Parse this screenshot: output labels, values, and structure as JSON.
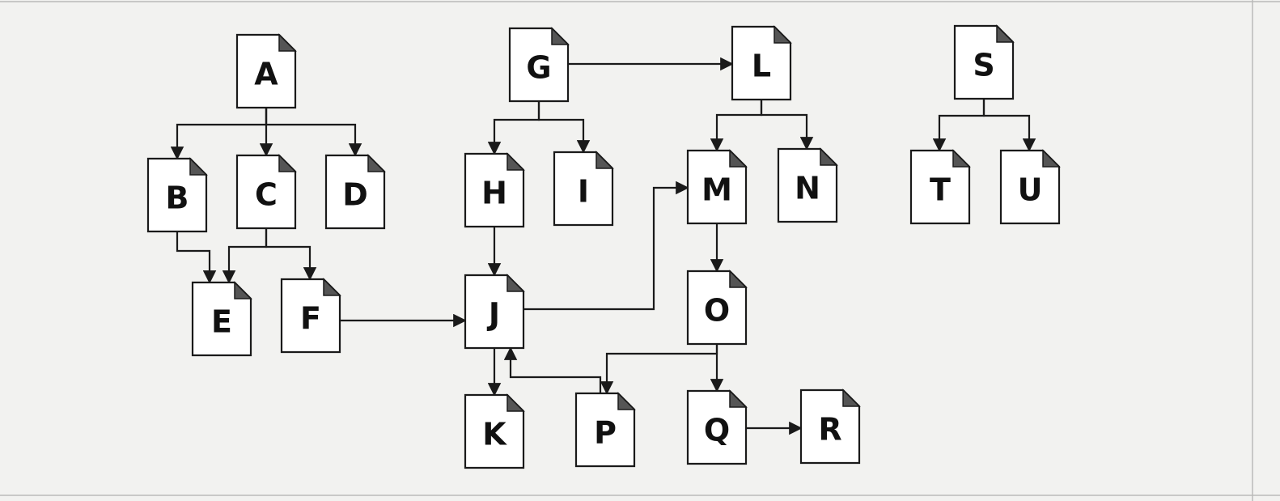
{
  "nodes": [
    {
      "id": "A",
      "label": "A"
    },
    {
      "id": "B",
      "label": "B"
    },
    {
      "id": "C",
      "label": "C"
    },
    {
      "id": "D",
      "label": "D"
    },
    {
      "id": "E",
      "label": "E"
    },
    {
      "id": "F",
      "label": "F"
    },
    {
      "id": "G",
      "label": "G"
    },
    {
      "id": "H",
      "label": "H"
    },
    {
      "id": "I",
      "label": "I"
    },
    {
      "id": "J",
      "label": "J"
    },
    {
      "id": "K",
      "label": "K"
    },
    {
      "id": "L",
      "label": "L"
    },
    {
      "id": "M",
      "label": "M"
    },
    {
      "id": "N",
      "label": "N"
    },
    {
      "id": "O",
      "label": "O"
    },
    {
      "id": "P",
      "label": "P"
    },
    {
      "id": "Q",
      "label": "Q"
    },
    {
      "id": "R",
      "label": "R"
    },
    {
      "id": "S",
      "label": "S"
    },
    {
      "id": "T",
      "label": "T"
    },
    {
      "id": "U",
      "label": "U"
    }
  ],
  "edges": [
    {
      "from": "A",
      "to": "B"
    },
    {
      "from": "A",
      "to": "C"
    },
    {
      "from": "A",
      "to": "D"
    },
    {
      "from": "B",
      "to": "E"
    },
    {
      "from": "C",
      "to": "E"
    },
    {
      "from": "C",
      "to": "F"
    },
    {
      "from": "F",
      "to": "J"
    },
    {
      "from": "G",
      "to": "L"
    },
    {
      "from": "G",
      "to": "H"
    },
    {
      "from": "G",
      "to": "I"
    },
    {
      "from": "H",
      "to": "J"
    },
    {
      "from": "J",
      "to": "M"
    },
    {
      "from": "J",
      "to": "K"
    },
    {
      "from": "P",
      "to": "J"
    },
    {
      "from": "L",
      "to": "M"
    },
    {
      "from": "L",
      "to": "N"
    },
    {
      "from": "M",
      "to": "O"
    },
    {
      "from": "O",
      "to": "P"
    },
    {
      "from": "O",
      "to": "Q"
    },
    {
      "from": "Q",
      "to": "R"
    },
    {
      "from": "S",
      "to": "T"
    },
    {
      "from": "S",
      "to": "U"
    }
  ]
}
